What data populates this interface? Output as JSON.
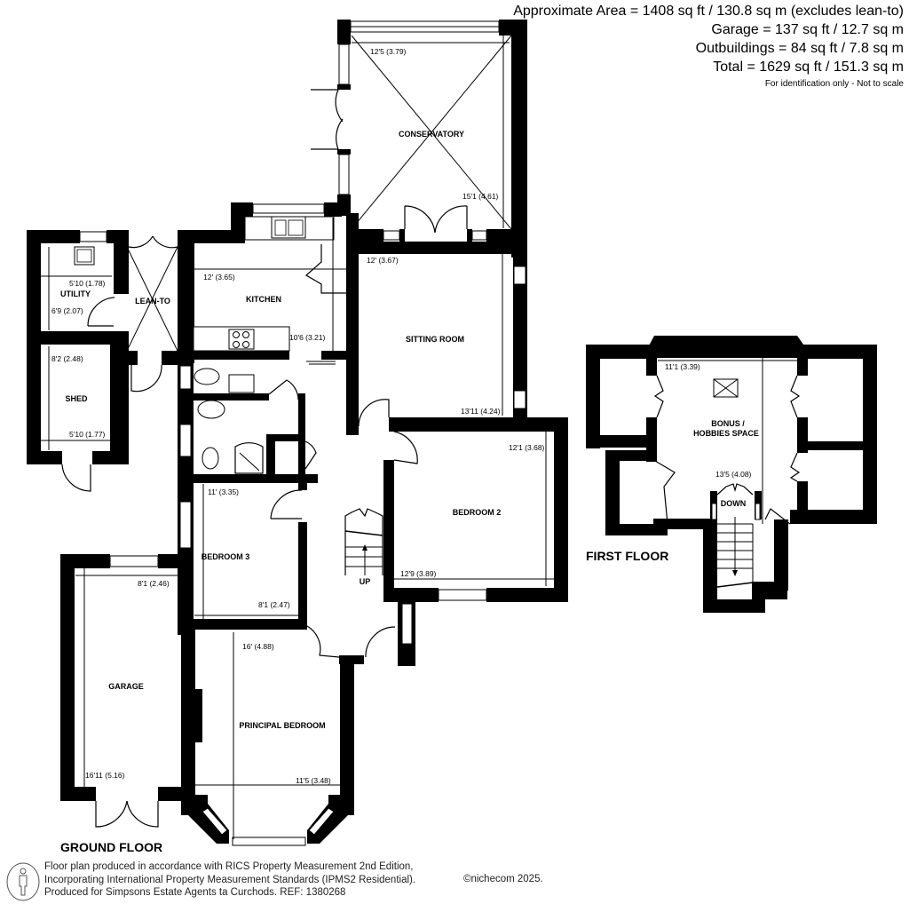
{
  "areas": {
    "approximate": "Approximate Area = 1408 sq ft / 130.8 sq m (excludes lean-to)",
    "garage": "Garage = 137 sq ft / 12.7 sq m",
    "outbuildings": "Outbuildings = 84 sq ft / 7.8 sq m",
    "total": "Total = 1629 sq ft / 151.3 sq m",
    "note": "For identification only - Not to scale"
  },
  "floors": {
    "ground": "GROUND FLOOR",
    "first": "FIRST FLOOR"
  },
  "rooms": {
    "conservatory": {
      "label": "CONSERVATORY",
      "width": "12'5 (3.79)",
      "length": "15'1 (4.61)"
    },
    "utility": {
      "label": "UTILITY",
      "width": "5'10 (1.78)",
      "length": "6'9 (2.07)"
    },
    "lean_to": {
      "label": "LEAN-TO"
    },
    "shed": {
      "label": "SHED",
      "length": "8'2 (2.48)",
      "width": "5'10 (1.77)"
    },
    "kitchen": {
      "label": "KITCHEN",
      "width": "12' (3.65)",
      "length": "10'6 (3.21)"
    },
    "sitting_room": {
      "label": "SITTING ROOM",
      "width": "12' (3.67)",
      "length": "13'11 (4.24)"
    },
    "bedroom_2": {
      "label": "BEDROOM 2",
      "length": "12'1 (3.68)",
      "width": "12'9 (3.89)"
    },
    "bedroom_3": {
      "label": "BEDROOM 3",
      "length": "11' (3.35)",
      "width": "8'1 (2.47)"
    },
    "garage": {
      "label": "GARAGE",
      "width": "8'1 (2.46)",
      "length": "16'11 (5.16)"
    },
    "principal_bedroom": {
      "label": "PRINCIPAL BEDROOM",
      "length": "16' (4.88)",
      "width": "11'5 (3.48)"
    },
    "bonus": {
      "label_line1": "BONUS /",
      "label_line2": "HOBBIES SPACE",
      "width": "11'1 (3.39)",
      "length": "13'5 (4.08)"
    }
  },
  "stairs": {
    "up": "UP",
    "down": "DOWN"
  },
  "footer": {
    "line1": "Floor plan produced in accordance with RICS Property Measurement 2nd Edition,",
    "line2": "Incorporating International Property Measurement Standards (IPMS2 Residential).",
    "line3": "Produced for Simpsons Estate Agents ta Curchods.   REF: 1380268",
    "brand": "©nichecom 2025."
  }
}
